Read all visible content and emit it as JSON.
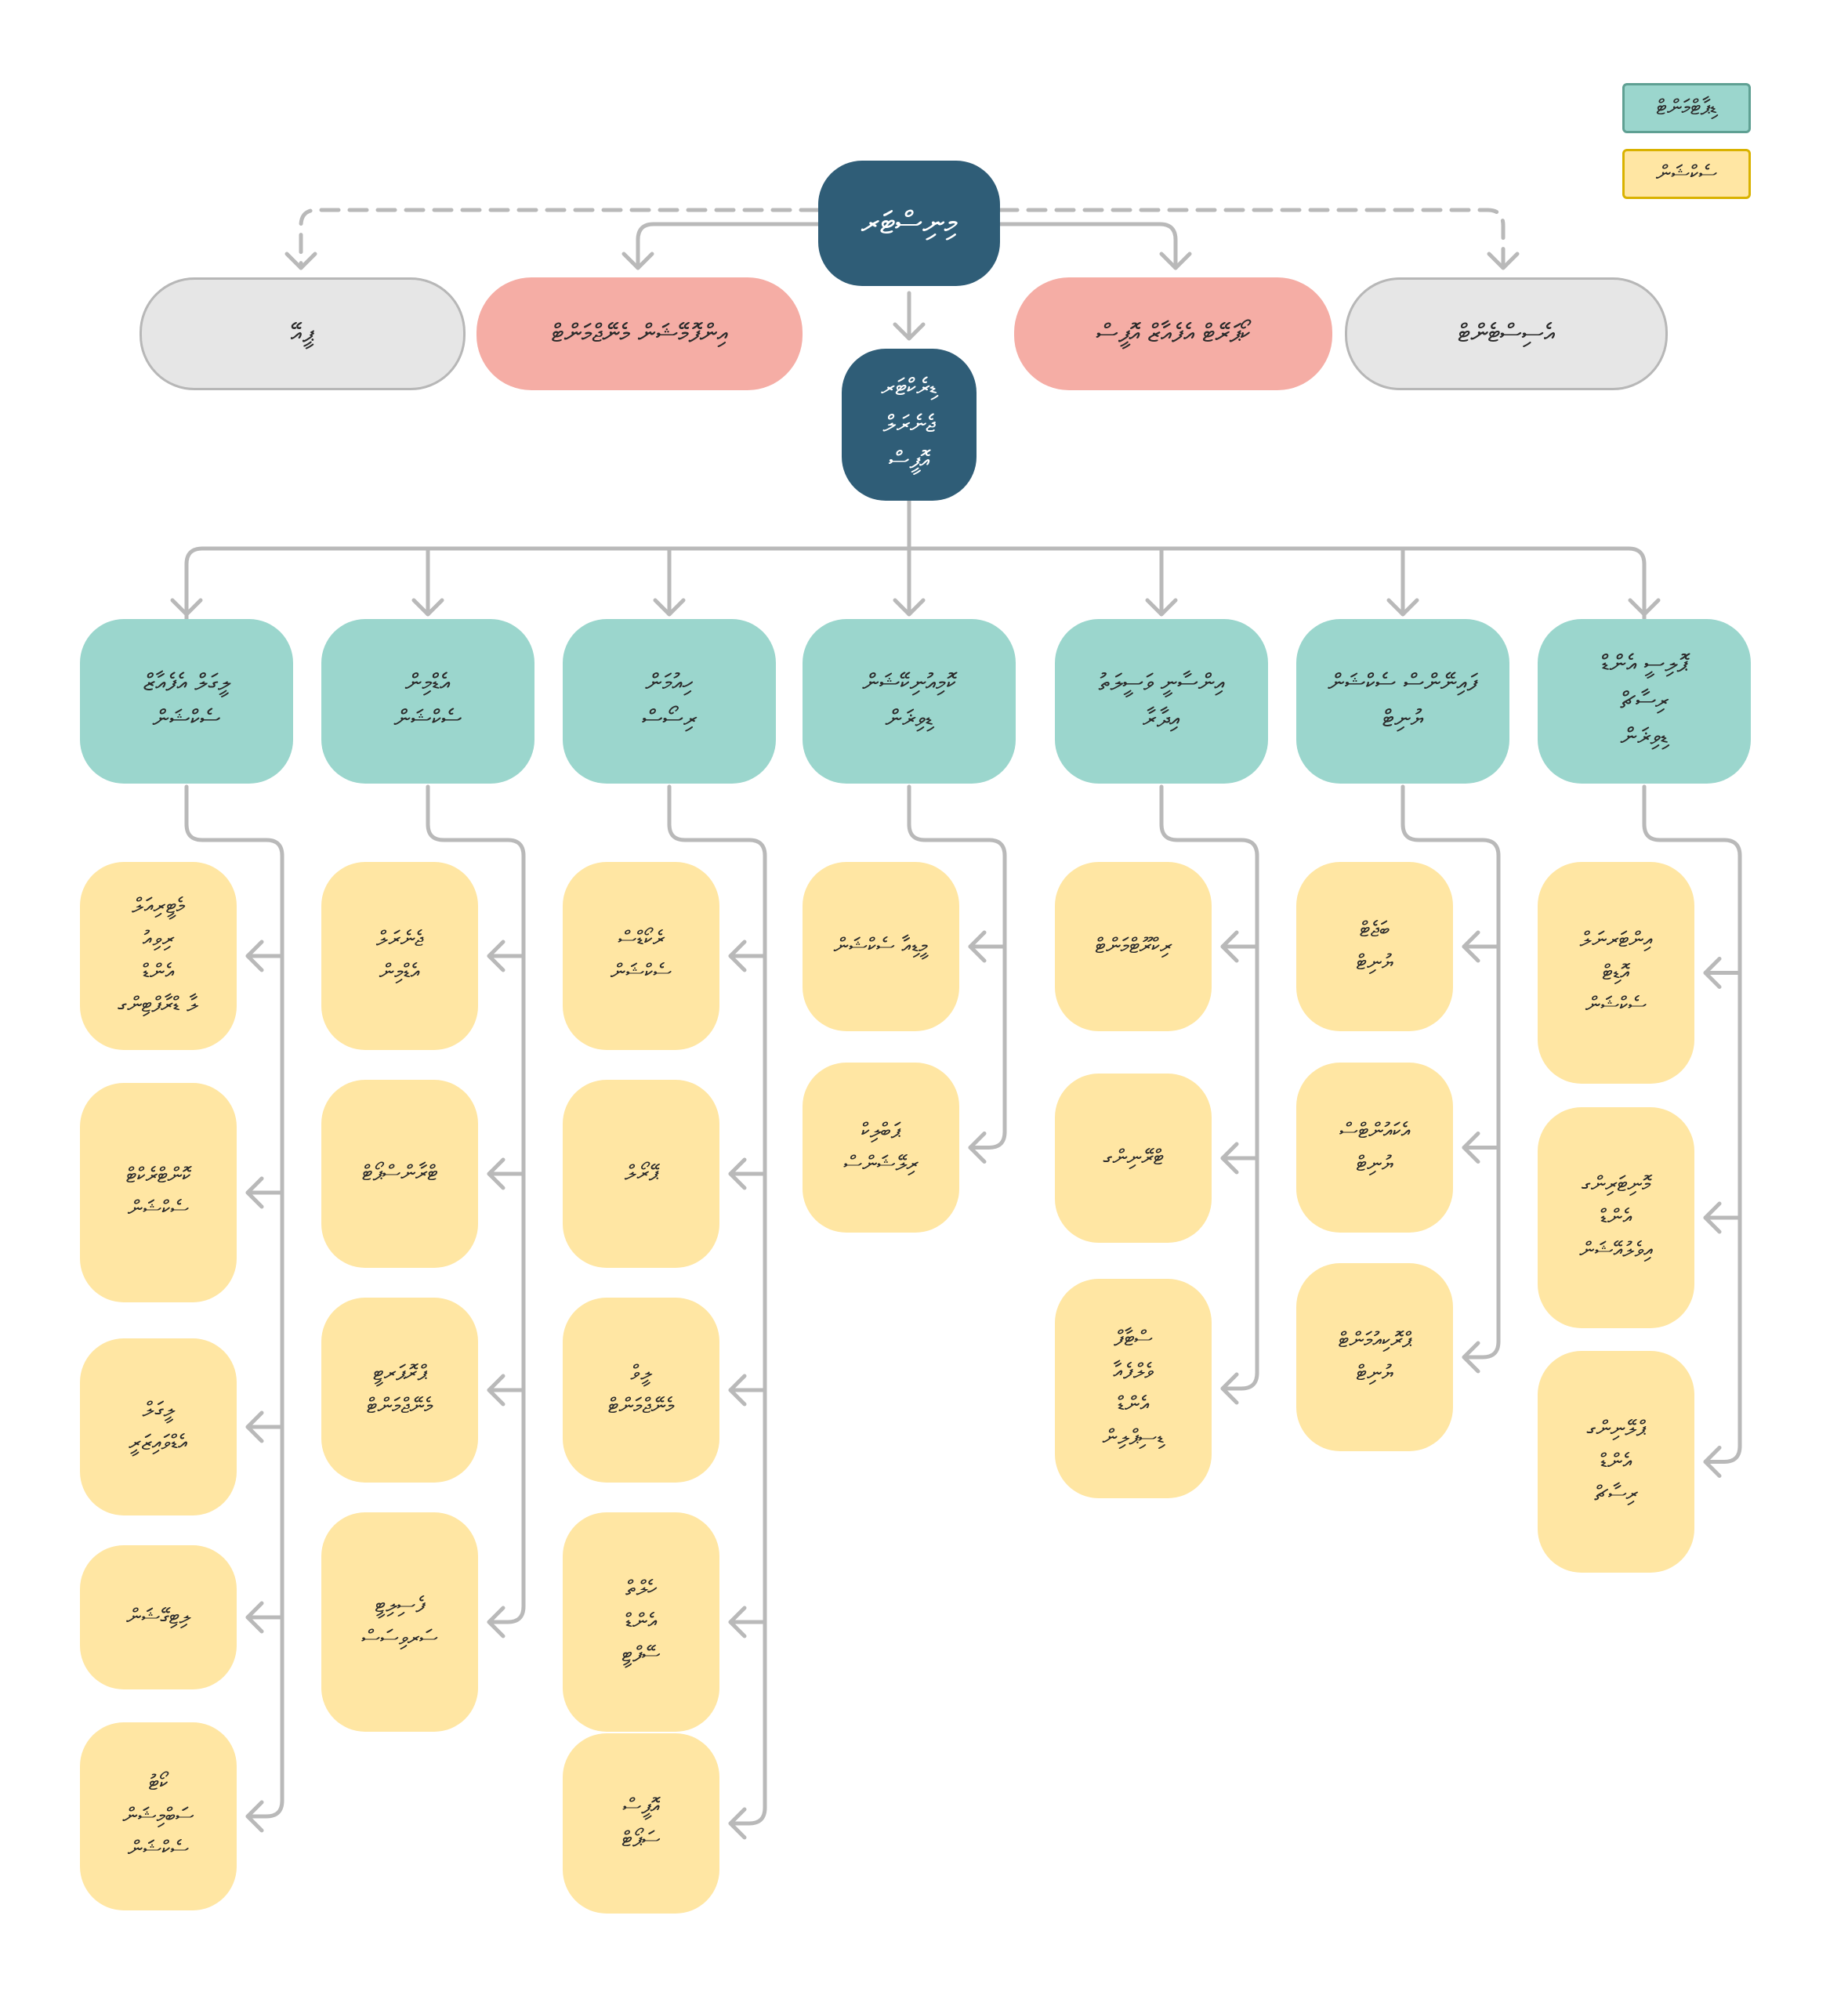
{
  "legend": {
    "teal": "ޑިޕާޓްމަންޓް",
    "yellow": "ސެކްޝަން"
  },
  "root": "މިނިސްޓަރ",
  "top_right_grey": "އެސިސްޓެންޓް",
  "top_right_pink": "ކޯޕަރޭޓް އެފެއާޒް އޮފީސް",
  "top_left_pink": "އިންފޮމޭޝަން މެނޭޖްމަންޓް",
  "top_left_grey": "ޕީއޭ",
  "director": "ޑިރެކްޓަރ ޖެނެރަލް\nއޮފީސް",
  "units": [
    {
      "label": "ޕޮލިސީ އެންޑް\nރިސާޗް\nޑިވިޜަން",
      "sections": [
        "އިންޓަރނަލް\nއޮޑިޓް\nސެކްޝަން",
        "މޮނިޓަރިންގ\nއެންޑް\nއިވެލުއޭޝަން",
        "ޕްލޭނިންގ\nއެންޑް\nރިސާޗް"
      ]
    },
    {
      "label": "ފައިނޭންސް ސެކްޝަން\nޔުނިޓް",
      "sections": [
        "ބަޖެޓް\nޔުނިޓް",
        "އެކައުންޓްސް\nޔުނިޓް",
        "ޕްރޮކިއުމަންޓް\nޔުނިޓް"
      ]
    },
    {
      "label": "އިންސާނީ ވަސީލަތު\nއިދާރާ",
      "sections": [
        "ރިކްރޫޓްމަންޓް",
        "ޓްރޭނިންގ",
        "ސްޓާފް\nވެލްފެއާ\nއެންޑް\nޑިސިޕްލިން"
      ]
    },
    {
      "label": "ކޮމިއުނިކޭޝަން\nޑިވިޜަން",
      "sections": [
        "މީޑިއާ ސެކްޝަން",
        "ޕަބްލިކް\nރިލޭޝަންސް"
      ]
    },
    {
      "label": "ހިއުމަން\nރިސޯސް",
      "sections": [
        "ރެކޯޑްސް\nސެކްޝަން",
        "ޕޭރޯލް",
        "ލީވް\nމެނޭޖްމަންޓް",
        "ހެލްތް\nއެންޑް\nސޭފްޓީ",
        "އޮފީސް\nސަޕޯޓް"
      ]
    },
    {
      "label": "އެޑްމިން\nސެކްޝަން",
      "sections": [
        "ޖެނެރަލް\nއެޑްމިން",
        "ޓްރާންސްޕޯޓް",
        "ޕްރޮޕަރޓީ\nމެނޭޖްމަންޓް",
        "ފެސިލިޓީ\nސަރވިސަސް"
      ]
    },
    {
      "label": "ލީގަލް އެފެއާޒް\nސެކްޝަން",
      "sections": [
        "މެޓީރިއަލް\nރިވިއު\nއެންޑް\nލާ ޑްރާފްޓިންގ",
        "ކޮންޓްރެކްޓް\nސެކްޝަން",
        "ލީގަލް\nއެޑްވައިޒަރީ",
        "ލިޓިގޭޝަން",
        "ކޯޓު\nސަބްމިޝަން\nސެކްޝަން"
      ]
    }
  ]
}
